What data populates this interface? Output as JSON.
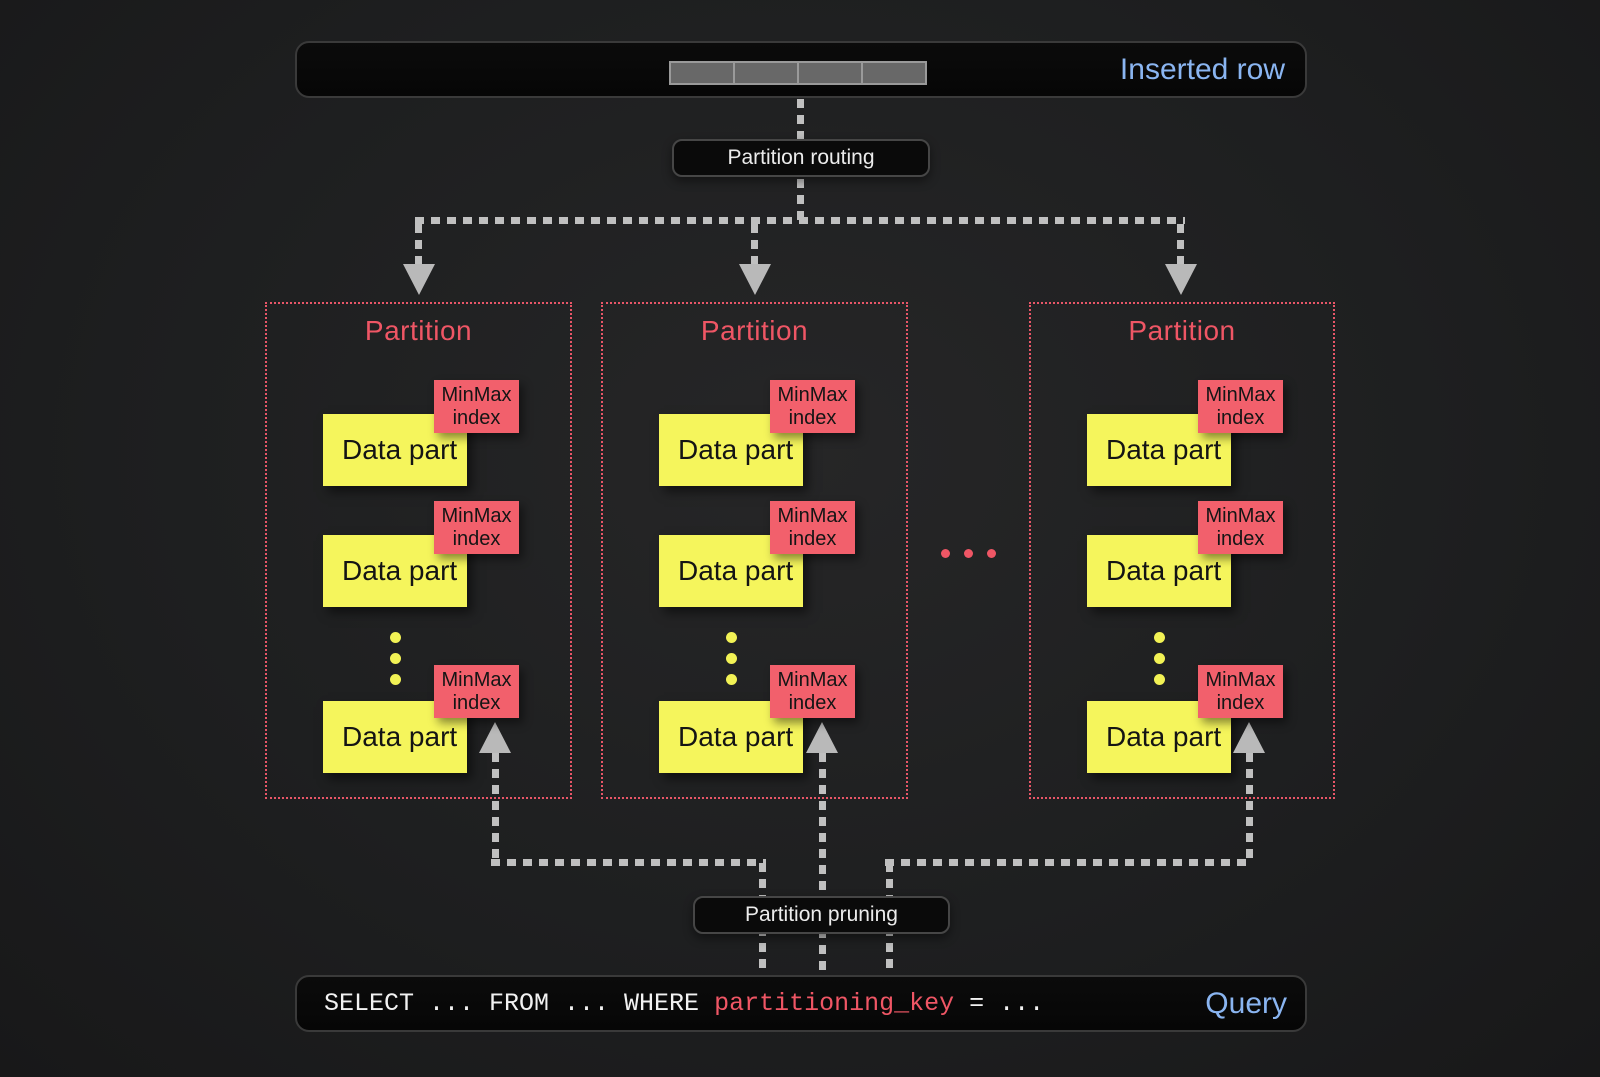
{
  "inserted_row": {
    "label": "Inserted row",
    "segment_cells": 4
  },
  "routing_label": "Partition routing",
  "pruning_label": "Partition pruning",
  "partitions": [
    {
      "title": "Partition",
      "parts": [
        {
          "label": "Data part",
          "tag": "MinMax index"
        },
        {
          "label": "Data part",
          "tag": "MinMax index"
        },
        {
          "label": "Data part",
          "tag": "MinMax index"
        }
      ]
    },
    {
      "title": "Partition",
      "parts": [
        {
          "label": "Data part",
          "tag": "MinMax index"
        },
        {
          "label": "Data part",
          "tag": "MinMax index"
        },
        {
          "label": "Data part",
          "tag": "MinMax index"
        }
      ]
    },
    {
      "title": "Partition",
      "parts": [
        {
          "label": "Data part",
          "tag": "MinMax index"
        },
        {
          "label": "Data part",
          "tag": "MinMax index"
        },
        {
          "label": "Data part",
          "tag": "MinMax index"
        }
      ]
    }
  ],
  "query": {
    "code_before": "SELECT ... FROM ... WHERE ",
    "code_key": "partitioning_key",
    "code_after": " = ...",
    "label": "Query"
  },
  "colors": {
    "background": "#1f2021",
    "panel_black": "#070707",
    "accent_blue": "#8ab5f1",
    "accent_pink": "#ef5665",
    "data_part_yellow": "#f5f55c",
    "minmax_red": "#f2606c",
    "arrow_gray": "#c0c0c0",
    "row_cell_gray": "#686868"
  }
}
